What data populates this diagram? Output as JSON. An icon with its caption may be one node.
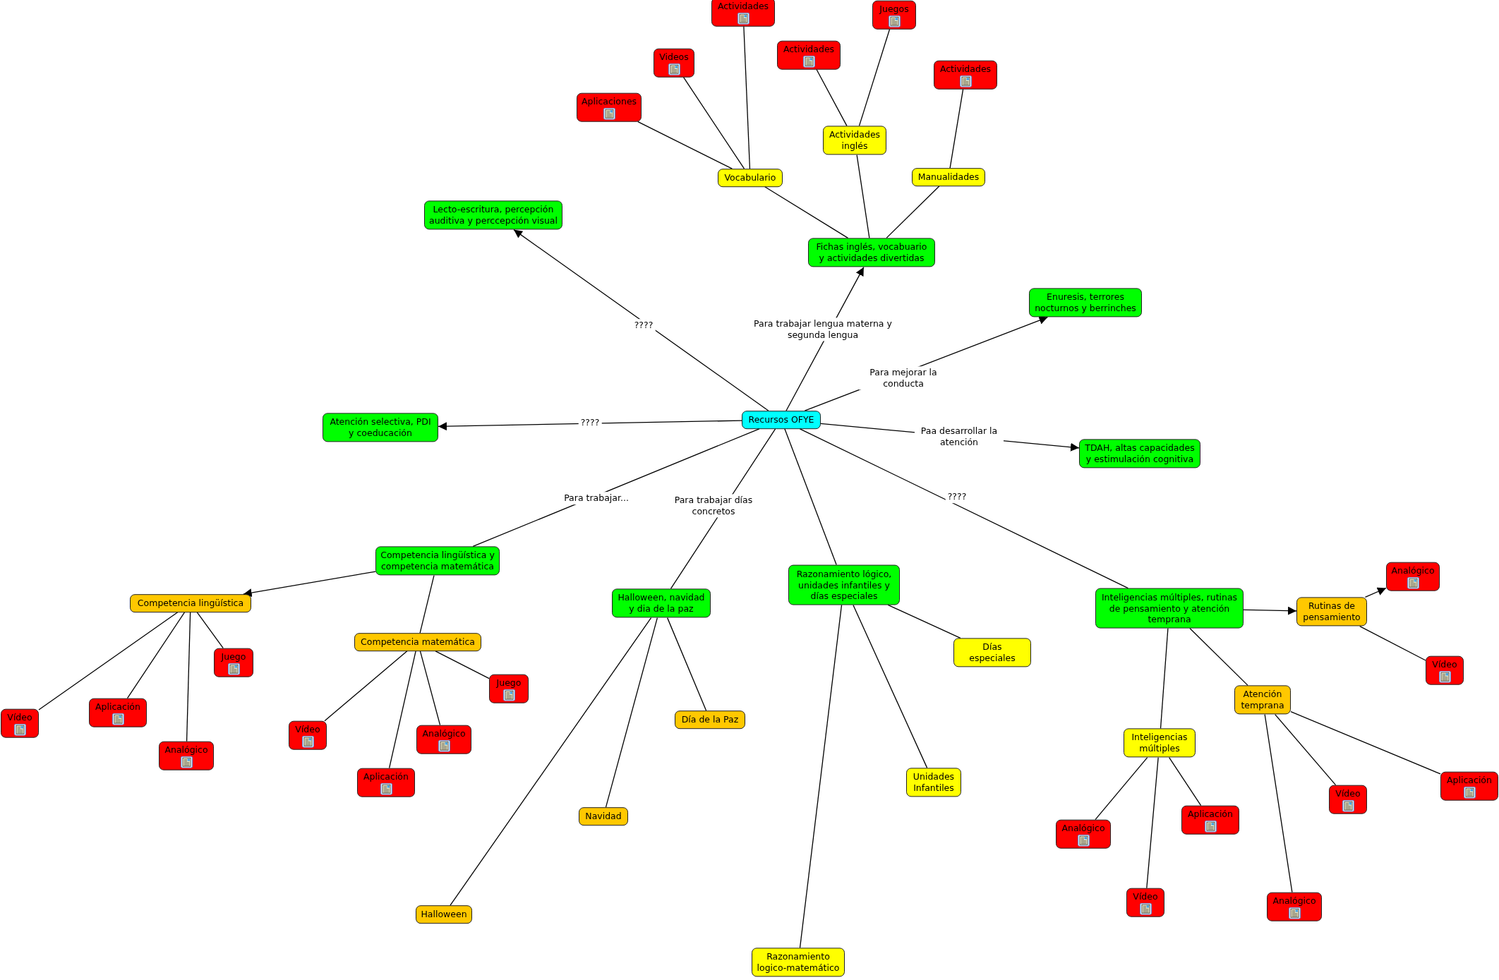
{
  "diagram": {
    "nodes": [
      {
        "text": [
          "Recursos OFYE"
        ]
      },
      {
        "text": [
          "Lecto-escritura, percepción auditiva y perccepción visual"
        ]
      },
      {
        "text": [
          "Fichas inglés, vocabuario y actividades divertidas"
        ]
      },
      {
        "text": [
          "Vocabulario"
        ]
      },
      {
        "text": [
          "Aplicaciones"
        ]
      },
      {
        "text": [
          "Videos"
        ]
      },
      {
        "text": [
          "Actividades"
        ]
      },
      {
        "text": [
          "Actividades inglés"
        ]
      },
      {
        "text": [
          "Actividades"
        ]
      },
      {
        "text": [
          "Juegos"
        ]
      },
      {
        "text": [
          "Manualidades"
        ]
      },
      {
        "text": [
          "Actividades"
        ]
      },
      {
        "text": [
          "Enuresis, terrores nocturnos y berrinches"
        ]
      },
      {
        "text": [
          "Atención selectiva, PDI y coeducación"
        ]
      },
      {
        "text": [
          "TDAH, altas capacidades y estimulación cognitiva"
        ]
      },
      {
        "text": [
          "Competencia lingüística y competencia matemática"
        ]
      },
      {
        "text": [
          "Competencia lingüística"
        ]
      },
      {
        "text": [
          "Vídeo"
        ]
      },
      {
        "text": [
          "Aplicación"
        ]
      },
      {
        "text": [
          "Analógico"
        ]
      },
      {
        "text": [
          "Juego"
        ]
      },
      {
        "text": [
          "Competencia matemática"
        ]
      },
      {
        "text": [
          "Vídeo"
        ]
      },
      {
        "text": [
          "Aplicación"
        ]
      },
      {
        "text": [
          "Analógico"
        ]
      },
      {
        "text": [
          "Juego"
        ]
      },
      {
        "text": [
          "Halloween, navidad y dia de la paz"
        ]
      },
      {
        "text": [
          "Día de la Paz"
        ]
      },
      {
        "text": [
          "Navidad"
        ]
      },
      {
        "text": [
          "Halloween"
        ]
      },
      {
        "text": [
          "Razonamiento lógico, unidades infantiles y días especiales"
        ]
      },
      {
        "text": [
          "Días especiales"
        ]
      },
      {
        "text": [
          "Unidades Infantiles"
        ]
      },
      {
        "text": [
          "Razonamiento logico-matemático"
        ]
      },
      {
        "text": [
          "Inteligencias múltiples, rutinas de pensamiento y atención temprana"
        ]
      },
      {
        "text": [
          "Rutinas de pensamiento"
        ]
      },
      {
        "text": [
          "Analógico"
        ]
      },
      {
        "text": [
          "Vídeo"
        ]
      },
      {
        "text": [
          "Atención temprana"
        ]
      },
      {
        "text": [
          "Inteligencias múltiples"
        ]
      },
      {
        "text": [
          "Analógico"
        ]
      },
      {
        "text": [
          "Aplicación"
        ]
      },
      {
        "text": [
          "Vídeo"
        ]
      },
      {
        "text": [
          "Vídeo"
        ]
      },
      {
        "text": [
          "Aplicación"
        ]
      },
      {
        "text": [
          "Analógico"
        ]
      }
    ],
    "edges": [
      {
        "from": 0,
        "to": 1,
        "arrow": "to",
        "label": "????"
      },
      {
        "from": 0,
        "to": 2,
        "arrow": "to",
        "label": "Para trabajar lengua materna y segunda lengua"
      },
      {
        "from": 0,
        "to": 12,
        "arrow": "to",
        "label": "Para mejorar la conducta"
      },
      {
        "from": 0,
        "to": 13,
        "arrow": "to",
        "label": "????"
      },
      {
        "from": 0,
        "to": 14,
        "arrow": "to",
        "label": "Paa desarrollar la atención"
      },
      {
        "from": 0,
        "to": 15,
        "arrow": "none",
        "label": "Para trabajar..."
      },
      {
        "from": 0,
        "to": 26,
        "arrow": "none",
        "label": "Para trabajar días concretos"
      },
      {
        "from": 0,
        "to": 30,
        "arrow": "none"
      },
      {
        "from": 0,
        "to": 34,
        "arrow": "none",
        "label": "????"
      },
      {
        "from": 2,
        "to": 3,
        "arrow": "none"
      },
      {
        "from": 2,
        "to": 7,
        "arrow": "none"
      },
      {
        "from": 2,
        "to": 10,
        "arrow": "none"
      },
      {
        "from": 3,
        "to": 4,
        "arrow": "none"
      },
      {
        "from": 3,
        "to": 5,
        "arrow": "none"
      },
      {
        "from": 3,
        "to": 6,
        "arrow": "none"
      },
      {
        "from": 7,
        "to": 8,
        "arrow": "none"
      },
      {
        "from": 7,
        "to": 9,
        "arrow": "none"
      },
      {
        "from": 10,
        "to": 11,
        "arrow": "none"
      },
      {
        "from": 15,
        "to": 16,
        "arrow": "to"
      },
      {
        "from": 15,
        "to": 21,
        "arrow": "none"
      },
      {
        "from": 16,
        "to": 17,
        "arrow": "none"
      },
      {
        "from": 16,
        "to": 18,
        "arrow": "none"
      },
      {
        "from": 16,
        "to": 19,
        "arrow": "none"
      },
      {
        "from": 16,
        "to": 20,
        "arrow": "none"
      },
      {
        "from": 21,
        "to": 22,
        "arrow": "none"
      },
      {
        "from": 21,
        "to": 23,
        "arrow": "none"
      },
      {
        "from": 21,
        "to": 24,
        "arrow": "none"
      },
      {
        "from": 21,
        "to": 25,
        "arrow": "none"
      },
      {
        "from": 26,
        "to": 27,
        "arrow": "none"
      },
      {
        "from": 26,
        "to": 28,
        "arrow": "none"
      },
      {
        "from": 26,
        "to": 29,
        "arrow": "none"
      },
      {
        "from": 30,
        "to": 31,
        "arrow": "none"
      },
      {
        "from": 30,
        "to": 32,
        "arrow": "none"
      },
      {
        "from": 30,
        "to": 33,
        "arrow": "none"
      },
      {
        "from": 34,
        "to": 35,
        "arrow": "to"
      },
      {
        "from": 34,
        "to": 38,
        "arrow": "none"
      },
      {
        "from": 34,
        "to": 39,
        "arrow": "none"
      },
      {
        "from": 35,
        "to": 36,
        "arrow": "to"
      },
      {
        "from": 35,
        "to": 37,
        "arrow": "none"
      },
      {
        "from": 38,
        "to": 43,
        "arrow": "none"
      },
      {
        "from": 38,
        "to": 44,
        "arrow": "none"
      },
      {
        "from": 38,
        "to": 45,
        "arrow": "none"
      },
      {
        "from": 39,
        "to": 40,
        "arrow": "none"
      },
      {
        "from": 39,
        "to": 41,
        "arrow": "none"
      },
      {
        "from": 39,
        "to": 42,
        "arrow": "none"
      }
    ]
  }
}
